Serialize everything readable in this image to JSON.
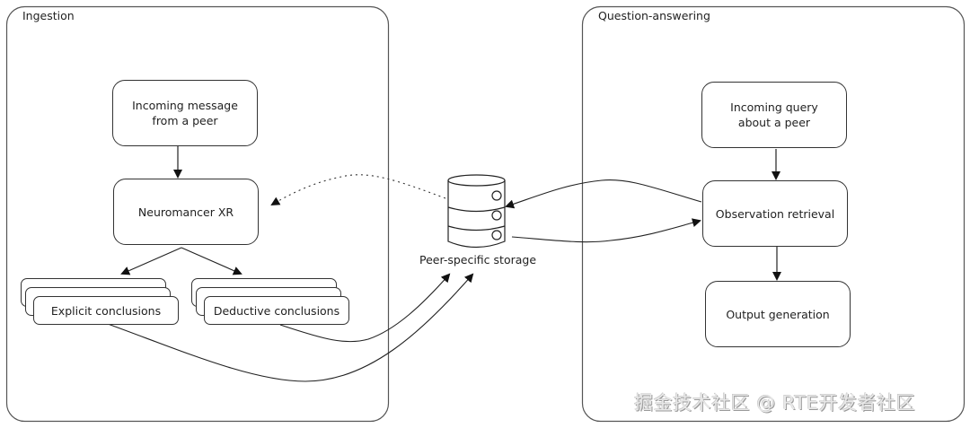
{
  "panels": {
    "ingestion": {
      "title": "Ingestion"
    },
    "question_answering": {
      "title": "Question-answering"
    }
  },
  "ingestion_nodes": {
    "incoming_message": {
      "line1": "Incoming message",
      "line2": "from a peer"
    },
    "neuromancer": {
      "label": "Neuromancer XR"
    },
    "explicit": {
      "label": "Explicit conclusions"
    },
    "deductive": {
      "label": "Deductive conclusions"
    }
  },
  "storage": {
    "label": "Peer-specific storage",
    "icon": "database-icon"
  },
  "qa_nodes": {
    "incoming_query": {
      "line1": "Incoming query",
      "line2": "about a peer"
    },
    "observation_retrieval": {
      "label": "Observation retrieval"
    },
    "output_generation": {
      "label": "Output generation"
    }
  },
  "edges": [
    {
      "from": "Incoming message from a peer",
      "to": "Neuromancer XR",
      "style": "solid"
    },
    {
      "from": "Neuromancer XR",
      "to": "Explicit conclusions",
      "style": "solid"
    },
    {
      "from": "Neuromancer XR",
      "to": "Deductive conclusions",
      "style": "solid"
    },
    {
      "from": "Explicit conclusions",
      "to": "Peer-specific storage",
      "style": "solid"
    },
    {
      "from": "Deductive conclusions",
      "to": "Peer-specific storage",
      "style": "solid"
    },
    {
      "from": "Peer-specific storage",
      "to": "Neuromancer XR",
      "style": "dotted"
    },
    {
      "from": "Observation retrieval",
      "to": "Peer-specific storage",
      "style": "solid"
    },
    {
      "from": "Peer-specific storage",
      "to": "Observation retrieval",
      "style": "solid"
    },
    {
      "from": "Incoming query about a peer",
      "to": "Observation retrieval",
      "style": "solid"
    },
    {
      "from": "Observation retrieval",
      "to": "Output generation",
      "style": "solid"
    }
  ],
  "watermark": "掘金技术社区 @ RTE开发者社区"
}
